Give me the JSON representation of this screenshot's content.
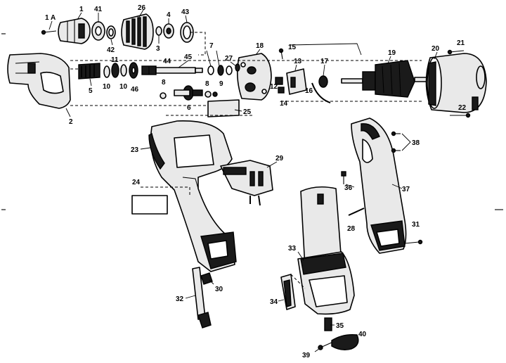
{
  "callouts": {
    "1A": "1 A",
    "1": "1",
    "41": "41",
    "26": "26",
    "4": "4",
    "43": "43",
    "42": "42",
    "3": "3",
    "2": "2",
    "5": "5",
    "10a": "10",
    "11": "11",
    "10b": "10",
    "46": "46",
    "44": "44",
    "45": "45",
    "8a": "8",
    "6": "6",
    "8b": "8",
    "7": "7",
    "9": "9",
    "27": "27",
    "18": "18",
    "15": "15",
    "13": "13",
    "17": "17",
    "19": "19",
    "20": "20",
    "21": "21",
    "22": "22",
    "12": "12",
    "16": "16",
    "14": "14",
    "25": "25",
    "23": "23",
    "29": "29",
    "24": "24",
    "38": "38",
    "36": "36",
    "37": "37",
    "28": "28",
    "31": "31",
    "33": "33",
    "30": "30",
    "32": "32",
    "34": "34",
    "35": "35",
    "40": "40",
    "39": "39"
  }
}
